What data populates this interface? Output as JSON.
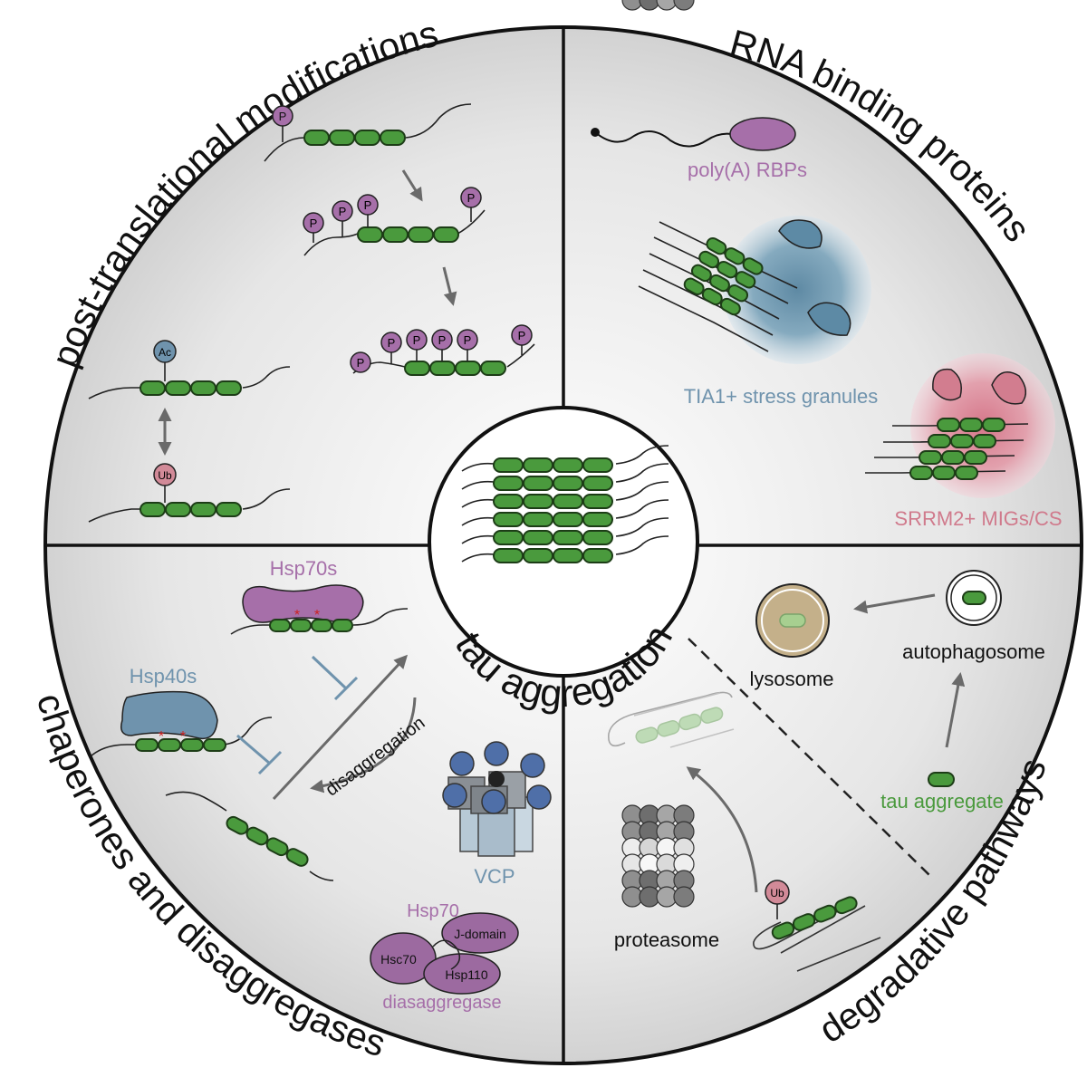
{
  "center": {
    "title": "tau aggregation"
  },
  "quadrants": {
    "ptm": {
      "title": "post-translational modifications",
      "p_mark": "P",
      "ac_mark": "Ac",
      "ub_mark": "Ub"
    },
    "rbp": {
      "title": "RNA binding proteins",
      "polya_label": "poly(A) RBPs",
      "tia1_label": "TIA1+ stress granules",
      "srrm2_label": "SRRM2+ MIGs/CS"
    },
    "chaperones": {
      "title": "chaperones and disaggregases",
      "hsp70s_label": "Hsp70s",
      "hsp40s_label": "Hsp40s",
      "disaggregation_label": "disaggregation",
      "vcp_label": "VCP",
      "hsp70_label": "Hsp70",
      "jdomain_label": "J-domain",
      "hsc70_label": "Hsc70",
      "hsp110_label": "Hsp110",
      "disaggregase_label": "diasaggregase"
    },
    "degradative": {
      "title": "degradative pathways",
      "lysosome_label": "lysosome",
      "autophagosome_label": "autophagosome",
      "tau_aggregate_label": "tau aggregate",
      "proteasome_label": "proteasome",
      "ub_mark": "Ub"
    }
  },
  "colors": {
    "tau_green": "#4a9a3d",
    "phospho_purple": "#a66fa9",
    "ubiquitin_pink": "#d28a98",
    "acetyl_blue": "#6f93ad",
    "stress_granule_blue": "#5f8ba6",
    "mig_pink": "#d97c8e",
    "text_purple": "#a66fa9",
    "text_blue": "#6f93ad",
    "text_green": "#4a9a3d",
    "text_pink": "#d07a8c"
  }
}
